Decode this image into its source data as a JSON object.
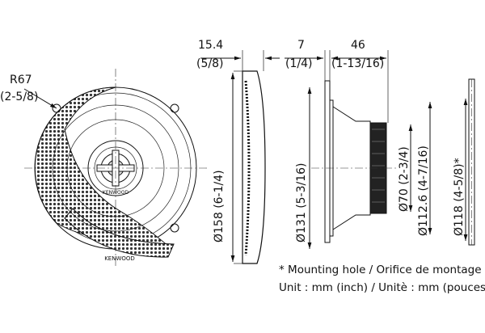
{
  "front_view": {
    "radius_label": "R67",
    "radius_inch": "(2-5/8)",
    "brand_logo": "KENWOOD"
  },
  "dimensions": {
    "flange_depth": "15.4",
    "flange_depth_inch": "(5/8)",
    "mount_depth": "7",
    "mount_depth_inch": "(1/4)",
    "body_depth": "46",
    "body_depth_inch": "(1-13/16)",
    "outer_diameter": "Ø158 (6-1/4)",
    "frame_diameter": "Ø131 (5-3/16)",
    "magnet_diameter": "Ø70 (2-3/4)",
    "basket_diameter": "Ø112.6 (4-7/16)",
    "mounting_hole_diameter": "Ø118 (4-5/8)*"
  },
  "notes": {
    "mounting_hole": "* Mounting hole / Orifice de montage",
    "unit": "Unit : mm (inch) / Unitè : mm (pouces)"
  }
}
